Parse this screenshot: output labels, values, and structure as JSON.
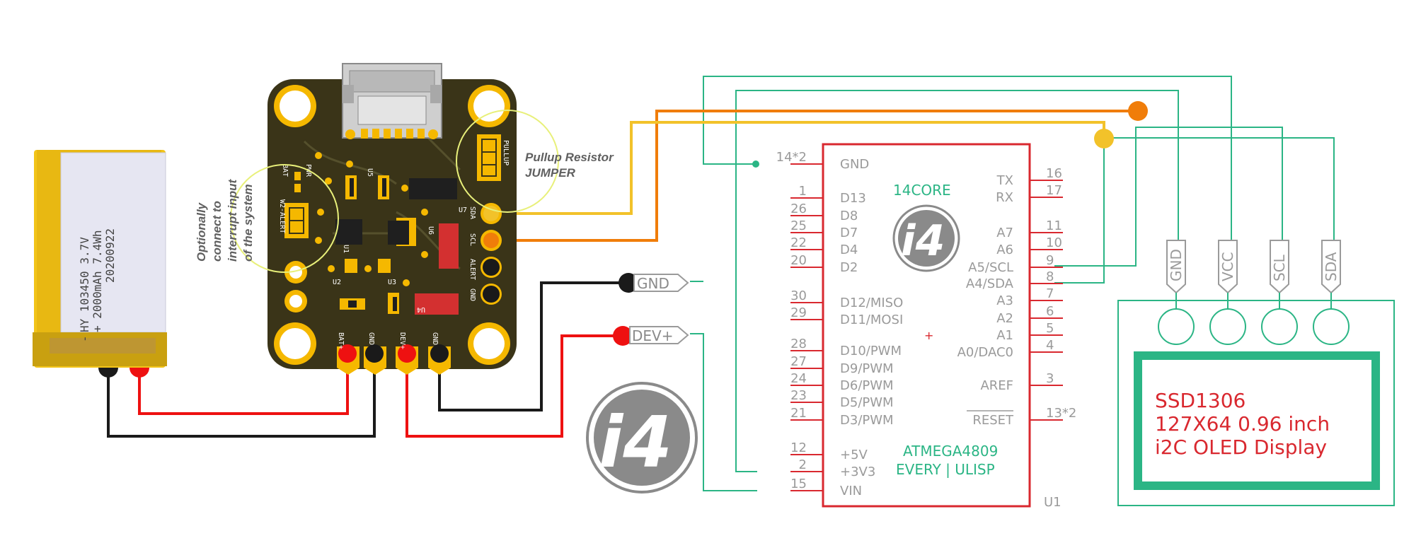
{
  "notes": {
    "interrupt": [
      "Optionally",
      "connect to",
      "interrupt input",
      "of the system"
    ],
    "pullup": [
      "Pullup Resistor",
      "JUMPER"
    ]
  },
  "battery": {
    "text_line1": "HY 103450 3.7V",
    "text_line2": "+ 2000mAh 7.4Wh",
    "text_line3": "20200922",
    "text_minus": "-"
  },
  "pcb": {
    "silk_bat": "BAT",
    "silk_pwr": "PWR",
    "silk_alert": "W2-ALERT",
    "silk_pullup": "PULLUP",
    "silk_sda": "SDA",
    "silk_scl": "SCL",
    "silk_alert_pin": "ALERT",
    "silk_gnd_pin": "GND",
    "silk_bat_plus": "BAT+",
    "silk_gnd1": "GND",
    "silk_dev_plus": "DEV+",
    "silk_gnd2": "GND",
    "silk_u1": "U1",
    "silk_u2": "U2",
    "silk_u3": "U3",
    "silk_u4": "U4",
    "silk_u5": "U5",
    "silk_u6": "U6",
    "silk_u7": "U7"
  },
  "ports": {
    "gnd": "GND",
    "dev": "DEV+"
  },
  "mcu": {
    "name_line1": "ATMEGA4809",
    "name_line2": "EVERY | ULISP",
    "brand": "14CORE",
    "ref": "U1",
    "left_pins": [
      {
        "num": "14*2",
        "label": "GND"
      },
      {
        "num": "1",
        "label": "D13"
      },
      {
        "num": "26",
        "label": "D8"
      },
      {
        "num": "25",
        "label": "D7"
      },
      {
        "num": "22",
        "label": "D4"
      },
      {
        "num": "20",
        "label": "D2"
      },
      {
        "num": "30",
        "label": "D12/MISO"
      },
      {
        "num": "29",
        "label": "D11/MOSI"
      },
      {
        "num": "28",
        "label": "D10/PWM"
      },
      {
        "num": "27",
        "label": "D9/PWM"
      },
      {
        "num": "24",
        "label": "D6/PWM"
      },
      {
        "num": "23",
        "label": "D5/PWM"
      },
      {
        "num": "21",
        "label": "D3/PWM"
      },
      {
        "num": "12",
        "label": "+5V"
      },
      {
        "num": "2",
        "label": "+3V3"
      },
      {
        "num": "15",
        "label": "VIN"
      }
    ],
    "right_pins": [
      {
        "num": "16",
        "label": "TX"
      },
      {
        "num": "17",
        "label": "RX"
      },
      {
        "num": "11",
        "label": "A7"
      },
      {
        "num": "10",
        "label": "A6"
      },
      {
        "num": "9",
        "label": "A5/SCL"
      },
      {
        "num": "8",
        "label": "A4/SDA"
      },
      {
        "num": "7",
        "label": "A3"
      },
      {
        "num": "6",
        "label": "A2"
      },
      {
        "num": "5",
        "label": "A1"
      },
      {
        "num": "4",
        "label": "A0/DAC0"
      },
      {
        "num": "3",
        "label": "AREF"
      },
      {
        "num": "13*2",
        "label": "RESET"
      }
    ]
  },
  "oled": {
    "pins": [
      "GND",
      "VCC",
      "SCL",
      "SDA"
    ],
    "line1": "SSD1306",
    "line2": "127X64 0.96 inch",
    "line3": "i2C OLED Display"
  },
  "colors": {
    "wire_green": "#2bb585",
    "wire_orange": "#f07d0a",
    "wire_yellow": "#f2c22a",
    "wire_red": "#ee1111",
    "wire_black": "#1a1a1a",
    "mcu_outline": "#d9282f",
    "pcb": "#3a3418",
    "pad": "#f5b800"
  }
}
